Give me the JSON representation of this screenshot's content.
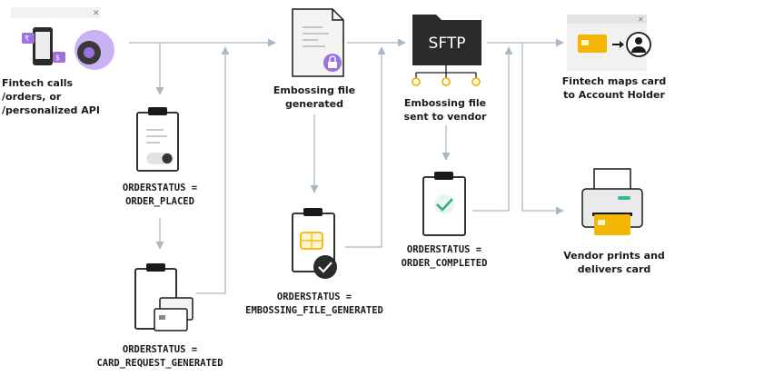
{
  "steps": {
    "fintech_calls": {
      "lines": [
        "Fintech calls",
        "/orders, or",
        "/personalized API"
      ]
    },
    "order_placed": {
      "lines": [
        "ORDERSTATUS =",
        "ORDER_PLACED"
      ]
    },
    "card_request_generated": {
      "lines": [
        "ORDERSTATUS =",
        "CARD_REQUEST_GENERATED"
      ]
    },
    "embossing_file_generated": {
      "lines": [
        "Embossing file",
        "generated"
      ]
    },
    "embossing_status": {
      "lines": [
        "ORDERSTATUS =",
        "EMBOSSING_FILE_GENERATED"
      ]
    },
    "sftp": {
      "label": "SFTP",
      "lines": [
        "Embossing file",
        "sent to vendor"
      ]
    },
    "order_completed": {
      "lines": [
        "ORDERSTATUS =",
        "ORDER_COMPLETED"
      ]
    },
    "fintech_maps": {
      "lines": [
        "Fintech maps card",
        "to Account Holder"
      ]
    },
    "vendor_prints": {
      "lines": [
        "Vendor prints and",
        "delivers card"
      ]
    }
  },
  "colors": {
    "arrow": "#a9b8c4",
    "purple": "#9b72e0",
    "light_purple": "#c9b3f2",
    "gold": "#f2b705",
    "dark": "#1a1a1a",
    "teal": "#34b7a3",
    "check_green": "#39a98b"
  },
  "icons": [
    "phone-gear-icon",
    "clipboard-toggle-icon",
    "clipboard-cards-icon",
    "document-lock-icon",
    "clipboard-chip-check-icon",
    "sftp-folder-icon",
    "clipboard-check-icon",
    "card-user-icon",
    "printer-card-icon"
  ]
}
